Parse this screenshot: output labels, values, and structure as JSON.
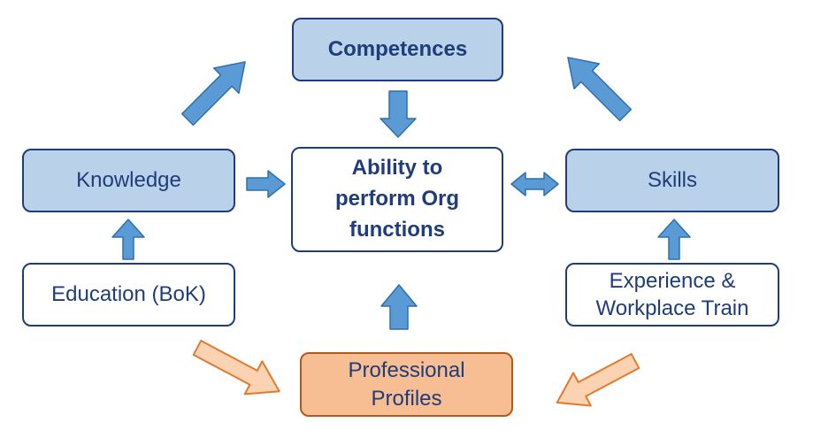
{
  "nodes": {
    "competences": "Competences",
    "ability": "Ability to\nperform Org\nfunctions",
    "knowledge": "Knowledge",
    "skills": "Skills",
    "education": "Education (BoK)",
    "experience": "Experience &\nWorkplace Train",
    "profiles": "Professional\nProfiles"
  },
  "colors": {
    "box_fill_blue": "#b9d2ea",
    "box_border": "#1f3d7a",
    "arrow_blue": "#5b9bd5",
    "profiles_fill": "#f7bd93",
    "arrow_orange_outline": "#e07a2c"
  }
}
